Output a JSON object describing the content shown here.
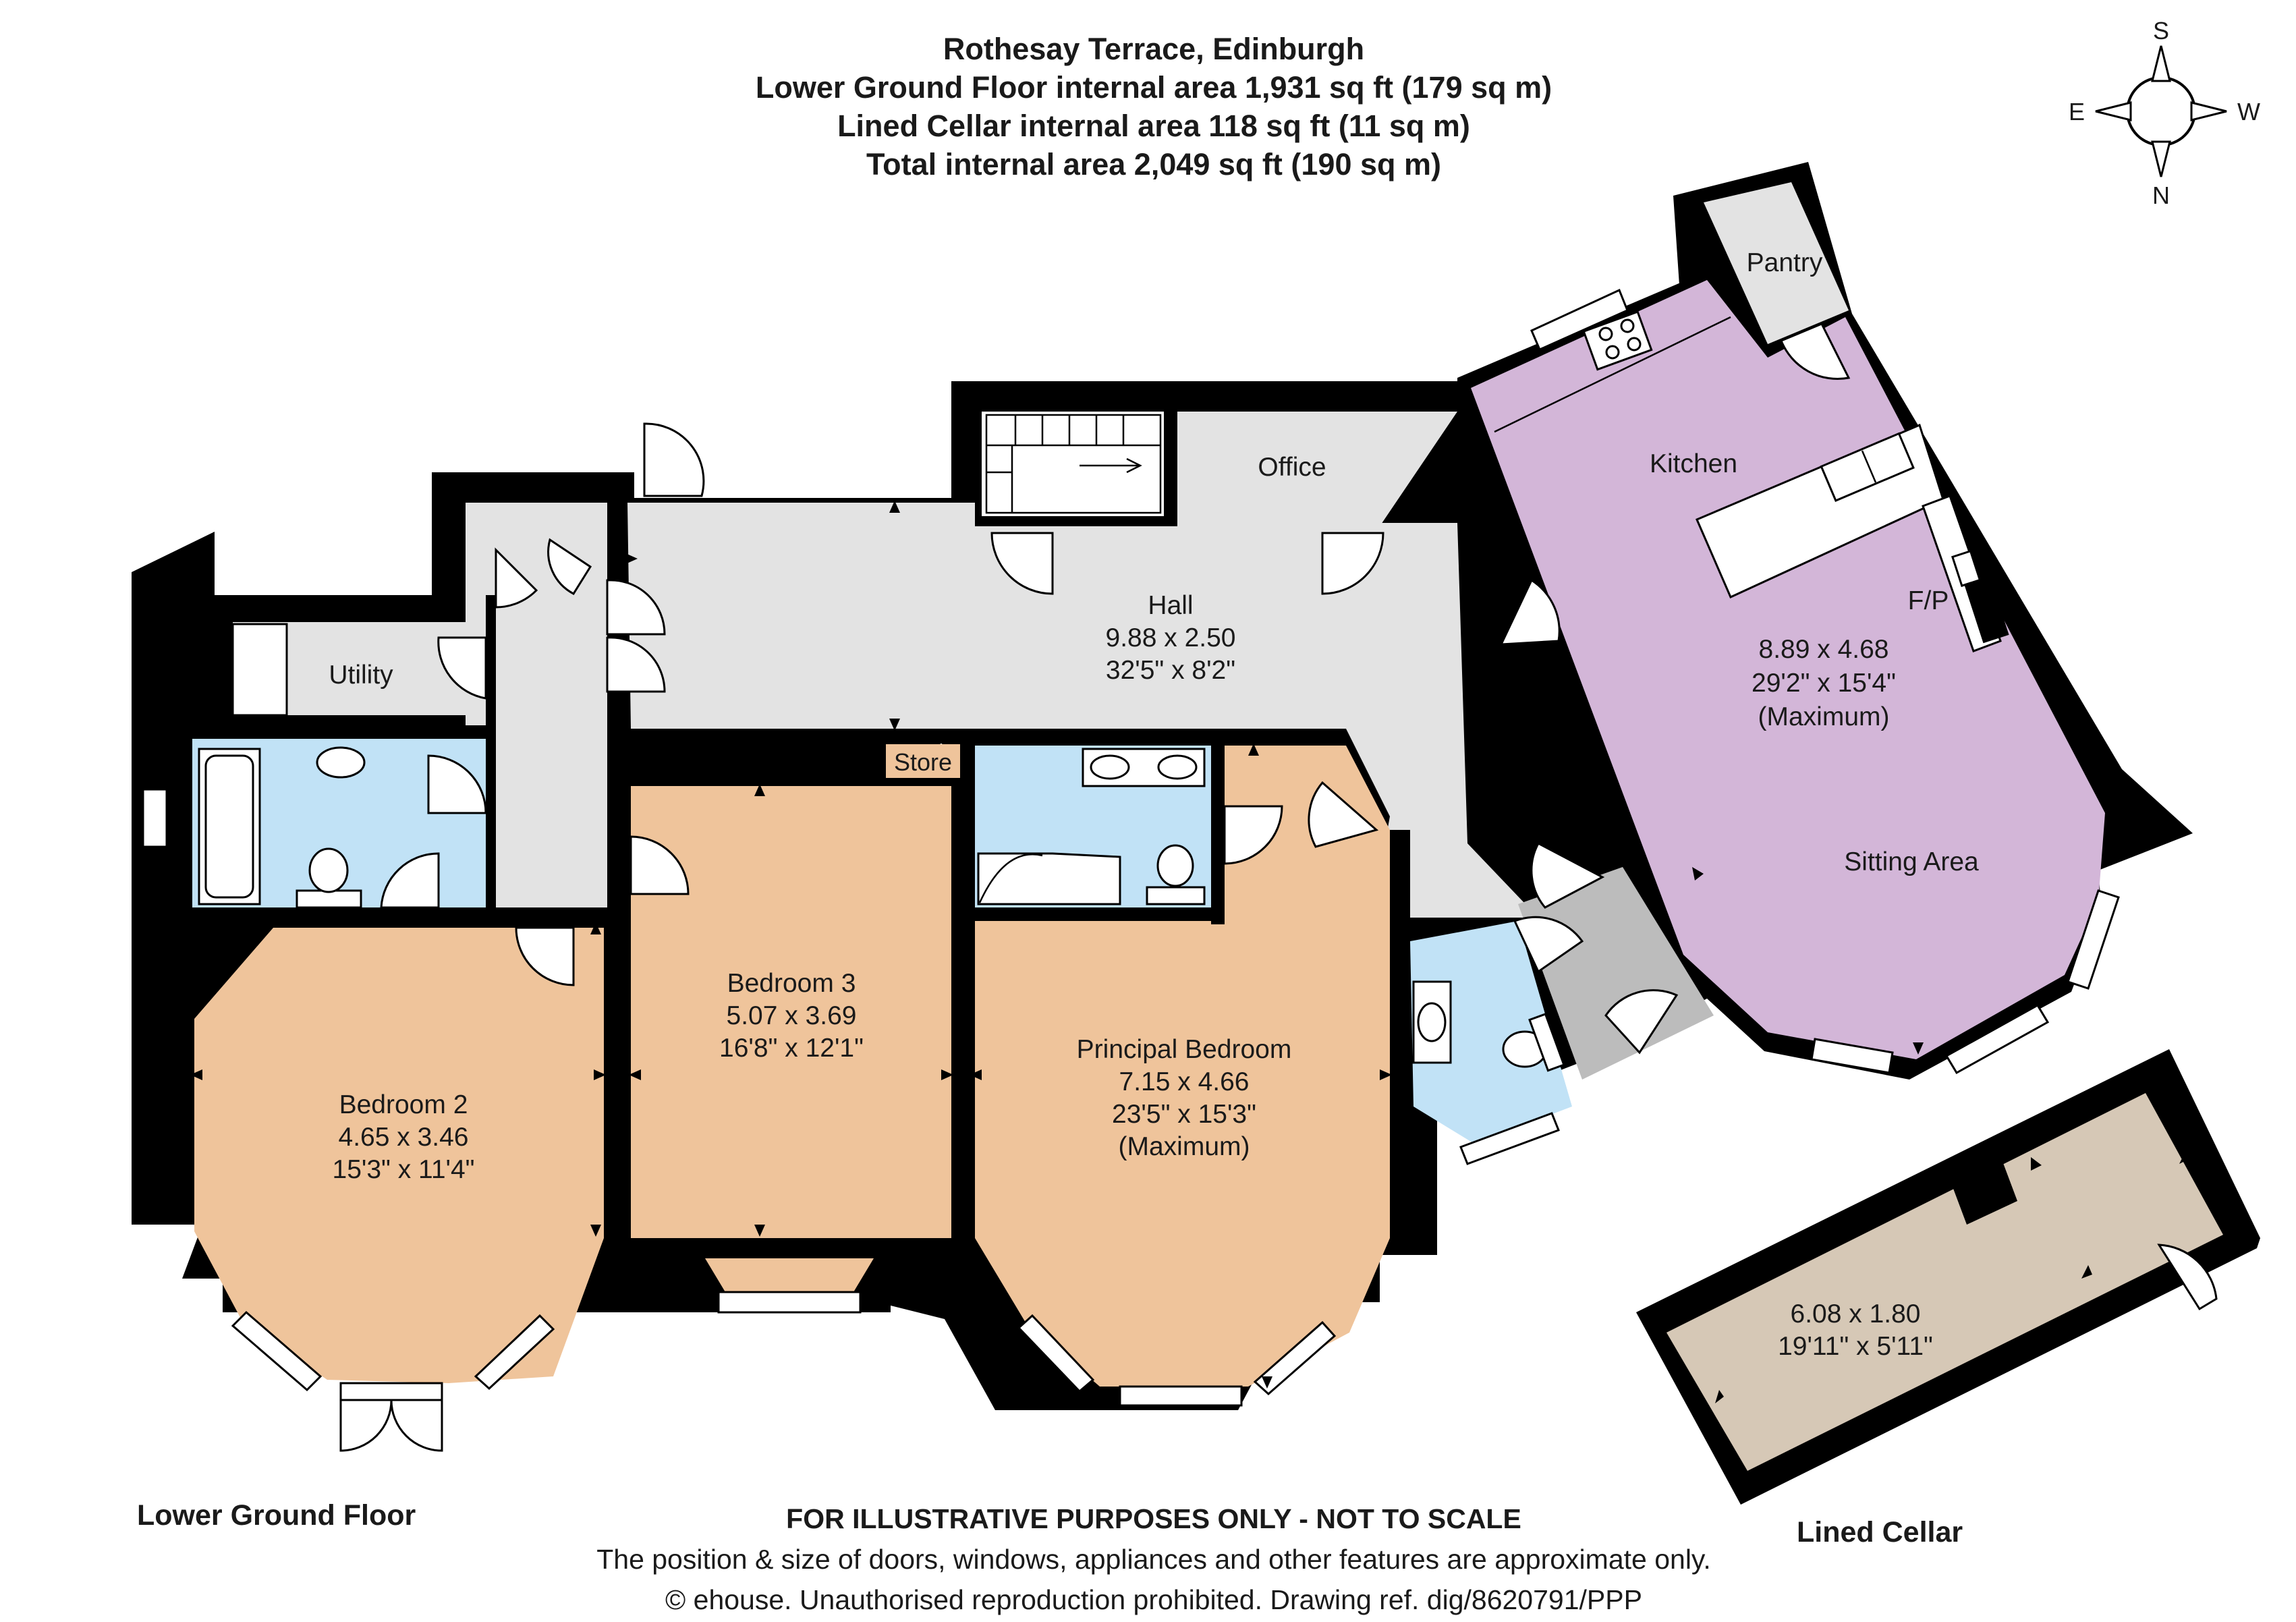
{
  "header": {
    "address": "Rothesay Terrace, Edinburgh",
    "line_lower_ground": "Lower Ground Floor internal area 1,931 sq ft (179 sq m)",
    "line_cellar": "Lined Cellar internal area 118 sq ft (11 sq m)",
    "line_total": "Total internal area 2,049 sq ft (190 sq m)"
  },
  "compass": {
    "top": "S",
    "bottom": "N",
    "left": "E",
    "right": "W"
  },
  "rooms": {
    "pantry": {
      "name": "Pantry"
    },
    "kitchen": {
      "name": "Kitchen",
      "fireplace": "F/P",
      "dim_m": "8.89 x 4.68",
      "dim_ft": "29'2\" x 15'4\"",
      "note": "(Maximum)",
      "sitting": "Sitting Area"
    },
    "office": {
      "name": "Office"
    },
    "hall": {
      "name": "Hall",
      "dim_m": "9.88 x 2.50",
      "dim_ft": "32'5\" x 8'2\""
    },
    "utility": {
      "name": "Utility"
    },
    "store": {
      "name": "Store"
    },
    "bedroom3": {
      "name": "Bedroom 3",
      "dim_m": "5.07 x 3.69",
      "dim_ft": "16'8\" x 12'1\""
    },
    "bedroom2": {
      "name": "Bedroom 2",
      "dim_m": "4.65 x 3.46",
      "dim_ft": "15'3\" x 11'4\""
    },
    "principal": {
      "name": "Principal Bedroom",
      "dim_m": "7.15 x 4.66",
      "dim_ft": "23'5\" x 15'3\"",
      "note": "(Maximum)"
    },
    "cellar": {
      "dim_m": "6.08 x 1.80",
      "dim_ft": "19'11\" x 5'11\""
    }
  },
  "floor_labels": {
    "lower_ground": "Lower Ground Floor",
    "cellar": "Lined Cellar"
  },
  "footer": {
    "disclaimer": "FOR ILLUSTRATIVE PURPOSES ONLY - NOT TO SCALE",
    "note": "The position & size of doors, windows, appliances and other features are approximate only.",
    "copyright": "© ehouse. Unauthorised reproduction prohibited. Drawing ref. dig/8620791/PPP"
  },
  "colors": {
    "hall": "#e3e3e3",
    "bedroom": "#efc49b",
    "bathroom": "#c1e2f6",
    "kitchen": "#d3b6d8",
    "cellar": "#d6c8b6",
    "lobby": "#bcbcbc",
    "wall": "#000000"
  }
}
